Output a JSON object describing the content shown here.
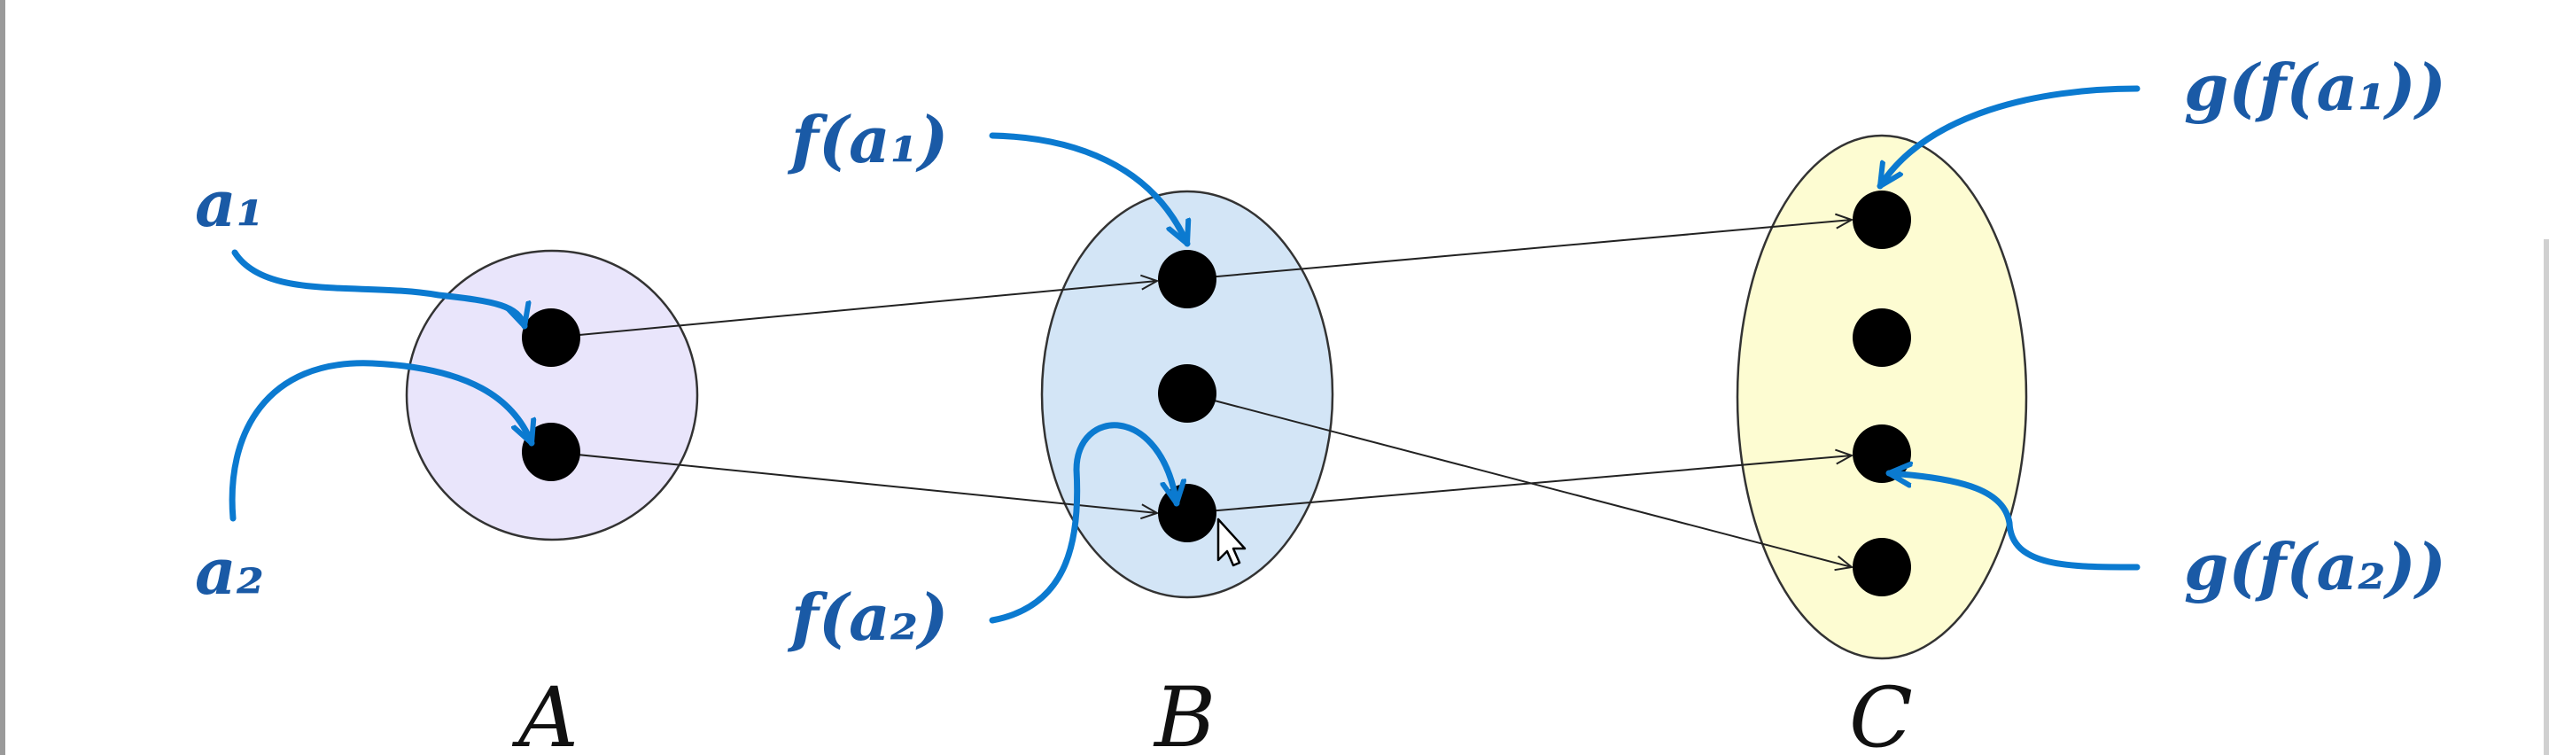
{
  "colors": {
    "set_A": "#e9e5fb",
    "set_B": "#d3e5f6",
    "set_C": "#fdfcd2",
    "annotation": "#0b7ad0",
    "annotation_text": "#1a5aa6",
    "outline": "#333333",
    "point": "#000000"
  },
  "sets": {
    "A": {
      "label": "A",
      "points": 2
    },
    "B": {
      "label": "B",
      "points": 3
    },
    "C": {
      "label": "C",
      "points": 4
    }
  },
  "annotations": {
    "a1": "a₁",
    "a2": "a₂",
    "f_a1": "f(a₁)",
    "f_a2": "f(a₂)",
    "g_f_a1": "g(f(a₁))",
    "g_f_a2": "g(f(a₂))"
  },
  "mappings": {
    "f": [
      {
        "from": "A1",
        "to": "B1"
      },
      {
        "from": "A2",
        "to": "B3"
      }
    ],
    "g": [
      {
        "from": "B1",
        "to": "C1"
      },
      {
        "from": "B2",
        "to": "C4"
      },
      {
        "from": "B3",
        "to": "C3"
      }
    ]
  },
  "cursor_icon": "mouse-pointer-icon"
}
